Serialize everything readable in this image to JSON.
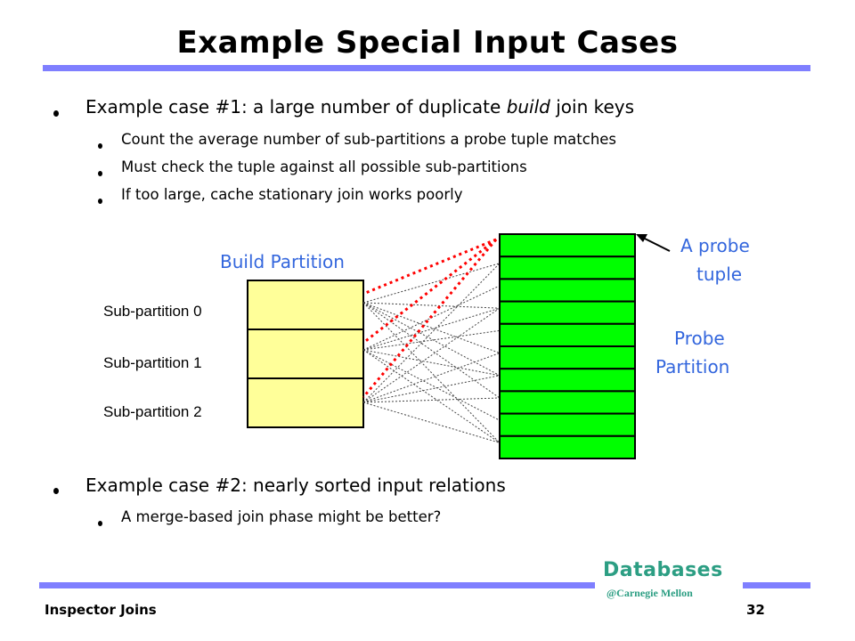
{
  "slide": {
    "title": "Example Special Input Cases",
    "bullets": [
      {
        "pre": "Example case #1: a large number of duplicate ",
        "em": "build",
        "post": " join keys",
        "sub": [
          "Count the average number of sub-partitions a probe tuple matches",
          "Must check the tuple against all possible sub-partitions",
          "If too large, cache stationary join works poorly"
        ]
      },
      {
        "text": "Example case #2: nearly sorted input relations",
        "sub": [
          "A merge-based join phase might be better?"
        ]
      }
    ]
  },
  "diagram": {
    "build_label": "Build Partition",
    "sub_partitions": [
      "Sub-partition 0",
      "Sub-partition 1",
      "Sub-partition 2"
    ],
    "probe_tuple_label": [
      "A probe",
      "tuple"
    ],
    "probe_partition_label": [
      "Probe",
      "Partition"
    ],
    "probe_tuple_count": 10,
    "colors": {
      "build_fill": "#ffff99",
      "probe_fill": "#00ff00",
      "highlight_lines": "#ff0000",
      "label_blue": "#3366dd",
      "rule": "#7f7fff"
    }
  },
  "footer": {
    "left": "Inspector Joins",
    "brand": "Databases",
    "brand_sub": "@Carnegie Mellon",
    "page": "32"
  }
}
